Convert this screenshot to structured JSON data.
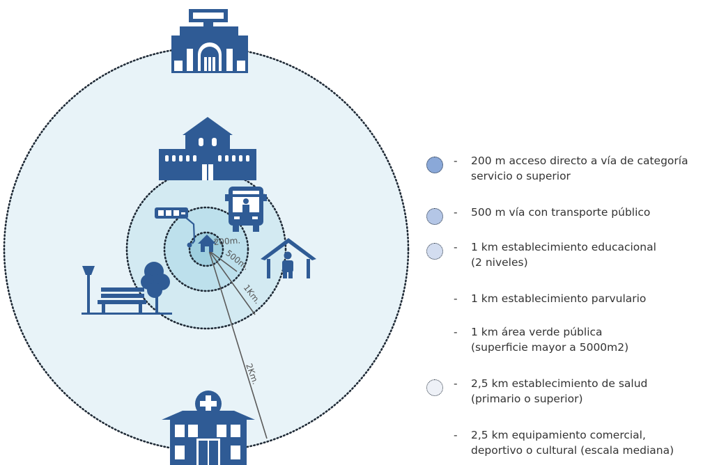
{
  "colors": {
    "icon_blue": "#2f5b95",
    "circle_200m": "#9fcfdf",
    "circle_500m": "#bde0ec",
    "circle_1km": "#d3eaf2",
    "circle_2km": "#e8f3f8",
    "swatch_200m": "#8aa8d8",
    "swatch_500m": "#b4c6e6",
    "swatch_1km": "#d3ddf0",
    "swatch_2_5km": "#eef1f7",
    "ring_line": "#1f2a36",
    "radius_line": "#5a5a5a"
  },
  "icons": [
    "public-building-icon",
    "school-icon",
    "bus-icon",
    "bus-stop-icon",
    "home-icon",
    "kindergarten-icon",
    "park-bench-icon",
    "street-lamp-icon",
    "tree-icon",
    "hospital-icon"
  ],
  "distance_labels": {
    "r200": "200m.",
    "r500": "500m.",
    "r1k": "1Km.",
    "r2k": "2Km."
  },
  "legend": {
    "items": [
      {
        "dash": "-",
        "swatch": "200m",
        "lines": [
          "200 m acceso directo a vía de categoría",
          "servicio o superior"
        ]
      },
      {
        "dash": "-",
        "swatch": "500m",
        "lines": [
          "500 m vía con transporte público"
        ]
      },
      {
        "dash": "-",
        "swatch": "1km",
        "lines": [
          "1 km establecimiento educacional",
          "(2 niveles)"
        ]
      },
      {
        "dash": "-",
        "swatch": "",
        "lines": [
          "1 km establecimiento parvulario"
        ]
      },
      {
        "dash": "-",
        "swatch": "",
        "lines": [
          "1 km área verde pública",
          "(superficie mayor a 5000m2)"
        ]
      },
      {
        "dash": "-",
        "swatch": "2.5km",
        "lines": [
          "2,5 km establecimiento de salud",
          "(primario o superior)"
        ]
      },
      {
        "dash": "-",
        "swatch": "",
        "lines": [
          "2,5 km equipamiento comercial,",
          "deportivo o cultural (escala mediana)"
        ]
      }
    ]
  }
}
